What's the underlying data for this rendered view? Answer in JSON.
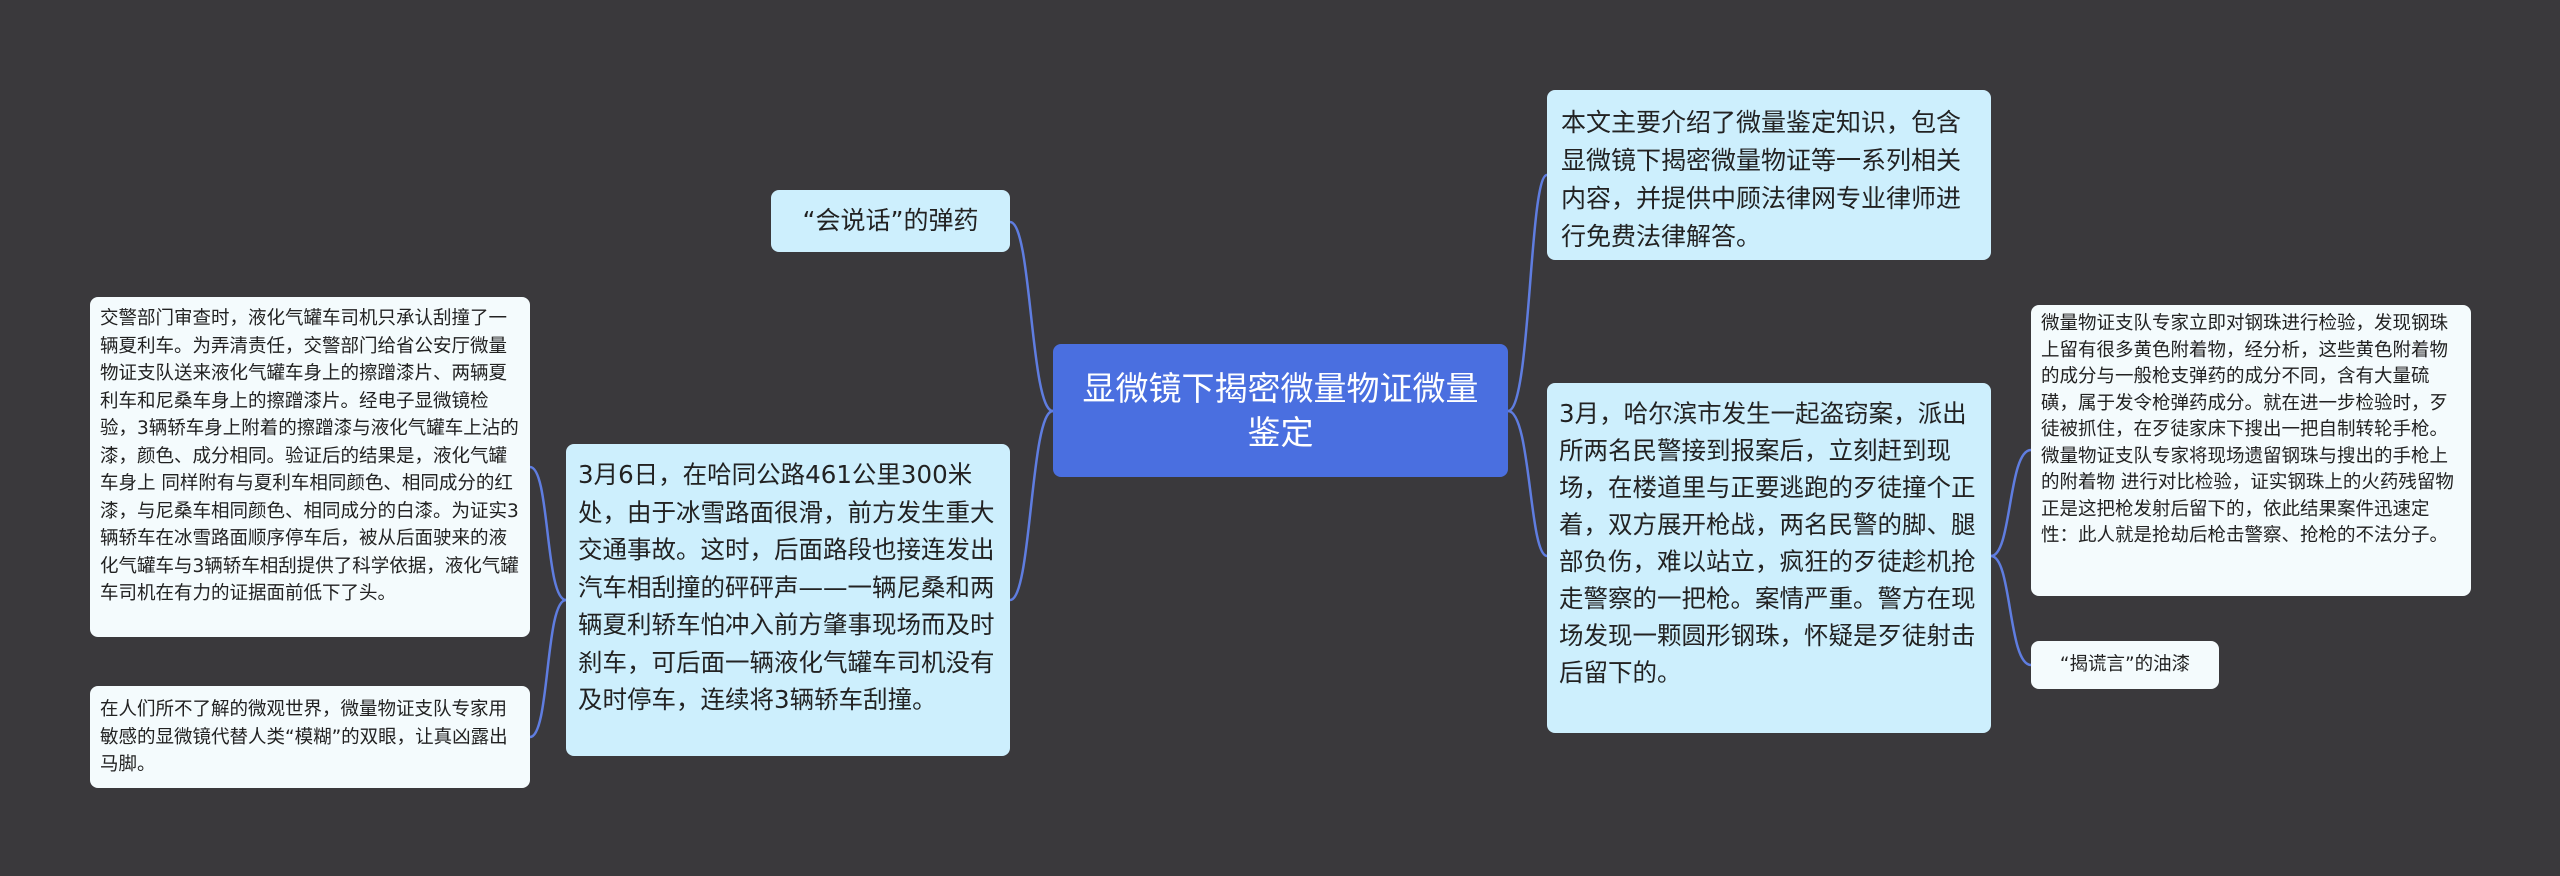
{
  "colors": {
    "background": "#3a393c",
    "root": "#4a6fe0",
    "level1": "#cdeffd",
    "level2": "#f4fbfd",
    "connector": "#5f7de0"
  },
  "mindmap": {
    "root": "显微镜下揭密微量物证微量鉴定",
    "left": [
      {
        "text": "“会说话”的弹药",
        "children": []
      },
      {
        "text": "3月6日，在哈同公路461公里300米处，由于冰雪路面很滑，前方发生重大交通事故。这时，后面路段也接连发出汽车相刮撞的砰砰声——一辆尼桑和两辆夏利轿车怕冲入前方肇事现场而及时刹车，可后面一辆液化气罐车司机没有及时停车，连续将3辆轿车刮撞。",
        "children": [
          "交警部门审查时，液化气罐车司机只承认刮撞了一辆夏利车。为弄清责任，交警部门给省公安厅微量物证支队送来液化气罐车身上的擦蹭漆片、两辆夏利车和尼桑车身上的擦蹭漆片。经电子显微镜检验，3辆轿车身上附着的擦蹭漆与液化气罐车上沾的漆，颜色、成分相同。验证后的结果是，液化气罐车身上 同样附有与夏利车相同颜色、相同成分的红漆，与尼桑车相同颜色、相同成分的白漆。为证实3辆轿车在冰雪路面顺序停车后，被从后面驶来的液化气罐车与3辆轿车相刮提供了科学依据，液化气罐车司机在有力的证据面前低下了头。",
          "在人们所不了解的微观世界，微量物证支队专家用敏感的显微镜代替人类“模糊”的双眼，让真凶露出马脚。"
        ]
      }
    ],
    "right": [
      {
        "text": "本文主要介绍了微量鉴定知识，包含显微镜下揭密微量物证等一系列相关内容，并提供中顾法律网专业律师进行免费法律解答。",
        "children": []
      },
      {
        "text": "3月，哈尔滨市发生一起盗窃案，派出所两名民警接到报案后，立刻赶到现场，在楼道里与正要逃跑的歹徒撞个正着，双方展开枪战，两名民警的脚、腿部负伤，难以站立，疯狂的歹徒趁机抢走警察的一把枪。案情严重。警方在现场发现一颗圆形钢珠，怀疑是歹徒射击后留下的。",
        "children": [
          "微量物证支队专家立即对钢珠进行检验，发现钢珠上留有很多黄色附着物，经分析，这些黄色附着物的成分与一般枪支弹药的成分不同，含有大量硫磺，属于发令枪弹药成分。就在进一步检验时，歹徒被抓住，在歹徒家床下搜出一把自制转轮手枪。微量物证支队专家将现场遗留钢珠与搜出的手枪上的附着物 进行对比检验，证实钢珠上的火药残留物正是这把枪发射后留下的，依此结果案件迅速定性：此人就是抢劫后枪击警察、抢枪的不法分子。",
          "“揭谎言”的油漆"
        ]
      }
    ]
  }
}
